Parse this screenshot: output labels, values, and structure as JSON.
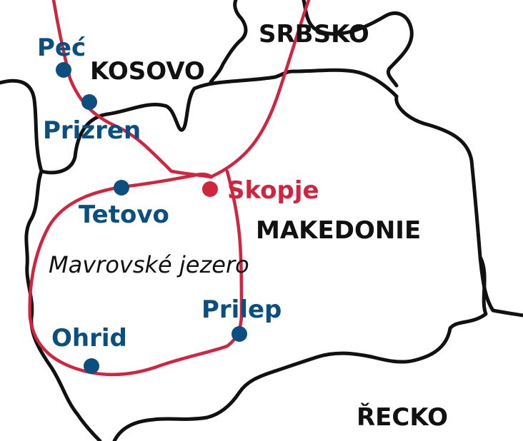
{
  "colors": {
    "route": "#d0243f",
    "city": "#0b4f80",
    "capital": "#d0243f",
    "border": "#111111",
    "background": "#ffffff"
  },
  "countries": {
    "serbia": "SRBSKO",
    "kosovo": "KOSOVO",
    "macedonia": "MAKEDONIE",
    "greece": "ŘECKO"
  },
  "cities": {
    "pec": "Peć",
    "prizren": "Prizren",
    "tetovo": "Tetovo",
    "skopje": "Skopje",
    "ohrid": "Ohrid",
    "prilep": "Prilep"
  },
  "lake": "Mavrovské jezero"
}
